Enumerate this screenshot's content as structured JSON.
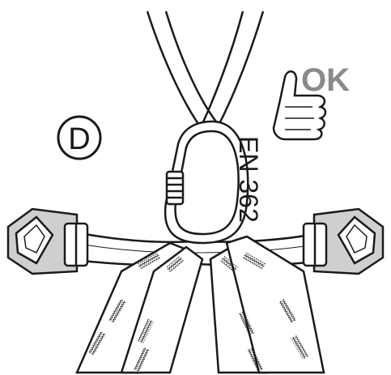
{
  "diagram": {
    "panel_letter": "D",
    "ok_label": "OK",
    "standard_label": "EN 362",
    "colors": {
      "line": "#1a1a1a",
      "fill": "#ffffff",
      "strap_shade": "#cfcfcf",
      "ok_grey": "#8a8a8a"
    },
    "icons": [
      "thumbs-up-icon",
      "carabiner-icon",
      "adjuster-buckle-icon"
    ]
  }
}
